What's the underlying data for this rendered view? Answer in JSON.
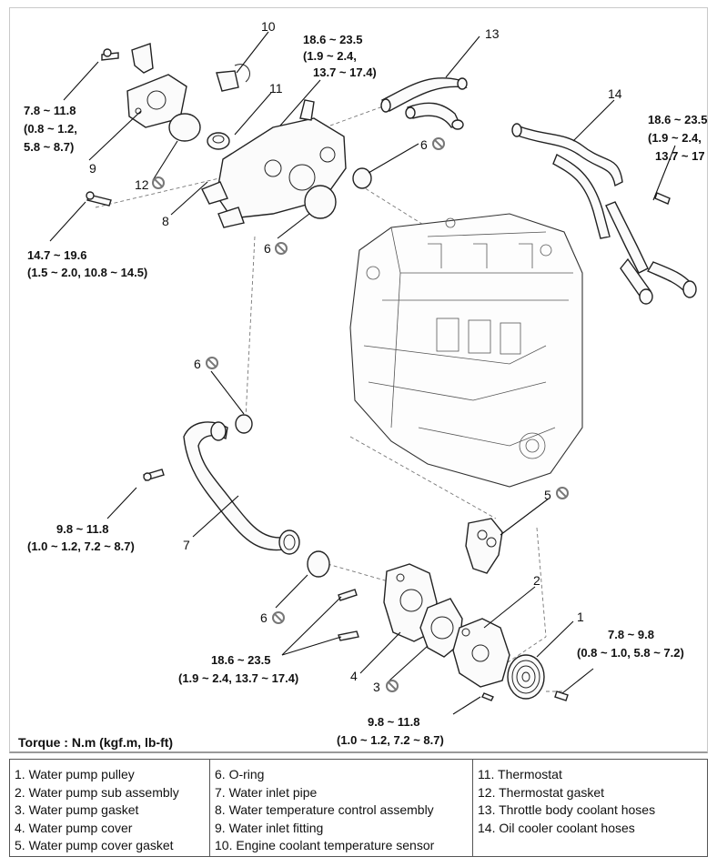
{
  "footer": {
    "torque_units": "Torque : N.m (kgf.m, lb-ft)"
  },
  "torques": {
    "t1": [
      "7.8 ~ 11.8",
      "(0.8 ~ 1.2,",
      "5.8 ~ 8.7)"
    ],
    "t2": [
      "18.6 ~ 23.5",
      "(1.9 ~ 2.4,",
      "13.7 ~ 17.4)"
    ],
    "t3": [
      "18.6 ~ 23.5",
      "(1.9 ~ 2.4,",
      "13.7 ~ 17"
    ],
    "t4": [
      "14.7 ~ 19.6",
      "(1.5 ~ 2.0, 10.8 ~ 14.5)"
    ],
    "t5": [
      "9.8 ~ 11.8",
      "(1.0 ~ 1.2, 7.2 ~ 8.7)"
    ],
    "t6": [
      "18.6 ~ 23.5",
      "(1.9 ~ 2.4, 13.7 ~ 17.4)"
    ],
    "t7": [
      "7.8 ~ 9.8",
      "(0.8 ~ 1.0, 5.8 ~ 7.2)"
    ],
    "t8": [
      "9.8 ~ 11.8",
      "(1.0 ~ 1.2, 7.2 ~ 8.7)"
    ]
  },
  "callouts": {
    "c1": "1",
    "c2": "2",
    "c3": "3",
    "c4": "4",
    "c5": "5",
    "c6a": "6",
    "c6b": "6",
    "c6c": "6",
    "c6d": "6",
    "c7": "7",
    "c8": "8",
    "c9": "9",
    "c10": "10",
    "c11": "11",
    "c12": "12",
    "c13": "13",
    "c14": "14"
  },
  "legend": {
    "col1": [
      "1. Water pump pulley",
      "2. Water pump sub assembly",
      "3. Water pump gasket",
      "4. Water pump cover",
      "5. Water pump cover gasket"
    ],
    "col2": [
      "6. O-ring",
      "7. Water inlet pipe",
      "8. Water temperature control assembly",
      "9. Water inlet fitting",
      "10. Engine coolant temperature sensor"
    ],
    "col3": [
      "11. Thermostat",
      "12. Thermostat gasket",
      "13. Throttle body coolant hoses",
      "14. Oil cooler coolant hoses"
    ]
  },
  "icons": {
    "no_reuse": "prohibition-icon"
  }
}
